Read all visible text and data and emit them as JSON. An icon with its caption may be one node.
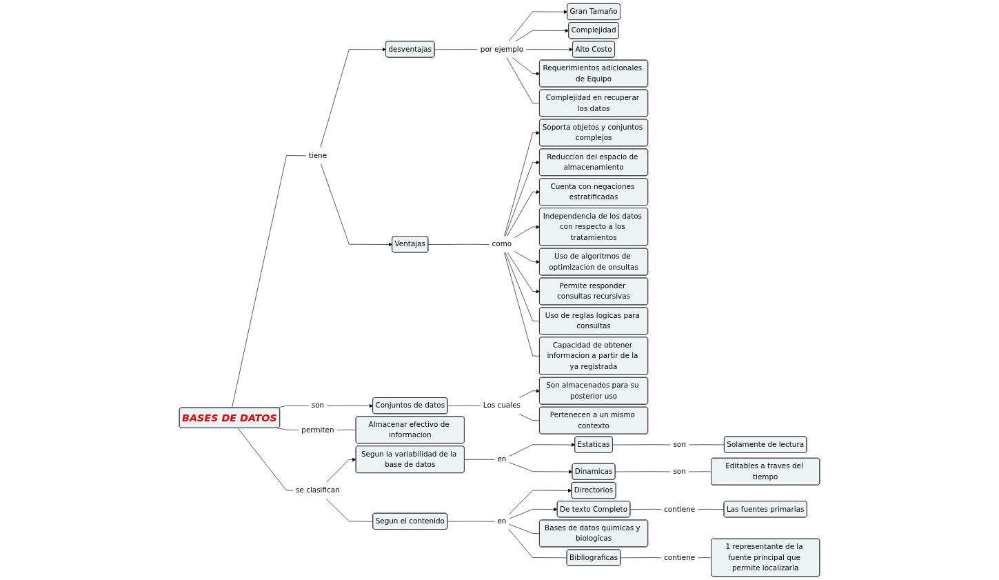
{
  "diagram": {
    "nodes": [
      {
        "text": [
          "BASES DE DATOS"
        ]
      },
      {
        "text": [
          "tiene"
        ]
      },
      {
        "text": [
          "desventajas"
        ]
      },
      {
        "text": [
          "por ejemplo"
        ]
      },
      {
        "text": [
          "Gran Tamaño"
        ]
      },
      {
        "text": [
          "Complejidad"
        ]
      },
      {
        "text": [
          "Alto Costo"
        ]
      },
      {
        "text": [
          "Requerimientos adicionales de Equipo"
        ]
      },
      {
        "text": [
          "Complejidad en recuperar los datos"
        ]
      },
      {
        "text": [
          "Ventajas"
        ]
      },
      {
        "text": [
          "como"
        ]
      },
      {
        "text": [
          "Soporta objetos y conjuntos complejos"
        ]
      },
      {
        "text": [
          "Reduccion del espacio de almacenamiento"
        ]
      },
      {
        "text": [
          "Cuenta con negaciones estratificadas"
        ]
      },
      {
        "text": [
          "Independencia de los datos con respecto a los tratamientos"
        ]
      },
      {
        "text": [
          "Uso de algoritmos de optimizacion de onsultas"
        ]
      },
      {
        "text": [
          "Permite responder consultas recursivas"
        ]
      },
      {
        "text": [
          "Uso de reglas logicas para consultas"
        ]
      },
      {
        "text": [
          "Capacidad de obtener informacion a partir de la ya registrada"
        ]
      },
      {
        "text": [
          "son"
        ]
      },
      {
        "text": [
          "Conjuntos de datos"
        ]
      },
      {
        "text": [
          "Los cuales"
        ]
      },
      {
        "text": [
          "Son almacenados para su posterior uso"
        ]
      },
      {
        "text": [
          "Pertenecen a un mismo contexto"
        ]
      },
      {
        "text": [
          "permiten"
        ]
      },
      {
        "text": [
          "Almacenar efectivo de informacion"
        ]
      },
      {
        "text": [
          "se clasifican"
        ]
      },
      {
        "text": [
          "Segun la variabilidad de la base de datos"
        ]
      },
      {
        "text": [
          "en"
        ]
      },
      {
        "text": [
          "Estaticas"
        ]
      },
      {
        "text": [
          "Dinamicas"
        ]
      },
      {
        "text": [
          "son"
        ]
      },
      {
        "text": [
          "Solamente de lectura"
        ]
      },
      {
        "text": [
          "son"
        ]
      },
      {
        "text": [
          "Editables a traves del tiempo"
        ]
      },
      {
        "text": [
          "Segun el contenido"
        ]
      },
      {
        "text": [
          "en"
        ]
      },
      {
        "text": [
          "Directorios"
        ]
      },
      {
        "text": [
          "De texto Completo"
        ]
      },
      {
        "text": [
          "Bases de datos quimicas y biologicas"
        ]
      },
      {
        "text": [
          "Bibliograficas"
        ]
      },
      {
        "text": [
          "contiene"
        ]
      },
      {
        "text": [
          "1 representante de la fuente principal que permite localizarla"
        ]
      },
      {
        "text": [
          "contiene"
        ]
      },
      {
        "text": [
          "Las fuentes primarias"
        ]
      }
    ],
    "edges": [
      {
        "from": 0,
        "to": 1,
        "arrow": "none"
      },
      {
        "from": 1,
        "to": 2,
        "arrow": "to"
      },
      {
        "from": 1,
        "to": 9,
        "arrow": "to"
      },
      {
        "from": 2,
        "to": 3,
        "arrow": "none"
      },
      {
        "from": 3,
        "to": 4,
        "arrow": "to"
      },
      {
        "from": 3,
        "to": 5,
        "arrow": "to"
      },
      {
        "from": 3,
        "to": 6,
        "arrow": "to"
      },
      {
        "from": 3,
        "to": 7,
        "arrow": "to"
      },
      {
        "from": 3,
        "to": 8,
        "arrow": "none"
      },
      {
        "from": 9,
        "to": 10,
        "arrow": "none"
      },
      {
        "from": 10,
        "to": 11,
        "arrow": "to"
      },
      {
        "from": 10,
        "to": 12,
        "arrow": "to"
      },
      {
        "from": 10,
        "to": 13,
        "arrow": "to"
      },
      {
        "from": 10,
        "to": 14,
        "arrow": "to"
      },
      {
        "from": 10,
        "to": 15,
        "arrow": "to"
      },
      {
        "from": 10,
        "to": 16,
        "arrow": "to"
      },
      {
        "from": 10,
        "to": 17,
        "arrow": "none"
      },
      {
        "from": 10,
        "to": 18,
        "arrow": "none"
      },
      {
        "from": 0,
        "to": 19,
        "arrow": "none"
      },
      {
        "from": 19,
        "to": 20,
        "arrow": "to"
      },
      {
        "from": 20,
        "to": 21,
        "arrow": "none"
      },
      {
        "from": 21,
        "to": 22,
        "arrow": "to"
      },
      {
        "from": 21,
        "to": 23,
        "arrow": "none"
      },
      {
        "from": 0,
        "to": 24,
        "arrow": "none"
      },
      {
        "from": 24,
        "to": 25,
        "arrow": "none"
      },
      {
        "from": 0,
        "to": 26,
        "arrow": "none"
      },
      {
        "from": 26,
        "to": 27,
        "arrow": "to"
      },
      {
        "from": 26,
        "to": 35,
        "arrow": "none"
      },
      {
        "from": 27,
        "to": 28,
        "arrow": "none"
      },
      {
        "from": 28,
        "to": 29,
        "arrow": "to"
      },
      {
        "from": 28,
        "to": 30,
        "arrow": "to"
      },
      {
        "from": 29,
        "to": 31,
        "arrow": "none"
      },
      {
        "from": 31,
        "to": 32,
        "arrow": "none"
      },
      {
        "from": 30,
        "to": 33,
        "arrow": "none"
      },
      {
        "from": 33,
        "to": 34,
        "arrow": "none"
      },
      {
        "from": 35,
        "to": 36,
        "arrow": "none"
      },
      {
        "from": 36,
        "to": 37,
        "arrow": "to"
      },
      {
        "from": 36,
        "to": 38,
        "arrow": "to"
      },
      {
        "from": 36,
        "to": 39,
        "arrow": "none"
      },
      {
        "from": 36,
        "to": 40,
        "arrow": "none"
      },
      {
        "from": 40,
        "to": 41,
        "arrow": "none"
      },
      {
        "from": 41,
        "to": 42,
        "arrow": "none"
      },
      {
        "from": 38,
        "to": 43,
        "arrow": "none"
      },
      {
        "from": 43,
        "to": 44,
        "arrow": "none"
      }
    ]
  }
}
